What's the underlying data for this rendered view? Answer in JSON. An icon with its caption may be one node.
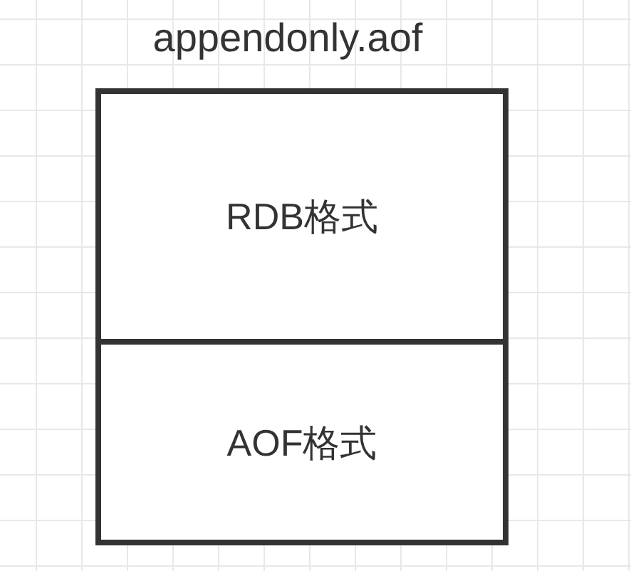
{
  "diagram": {
    "nodes": [
      {
        "text": [
          "appendonly.aof"
        ]
      },
      {
        "text": [
          "RDB格式"
        ],
        "in": 0
      },
      {
        "text": [
          "AOF格式"
        ],
        "in": 0
      }
    ]
  }
}
